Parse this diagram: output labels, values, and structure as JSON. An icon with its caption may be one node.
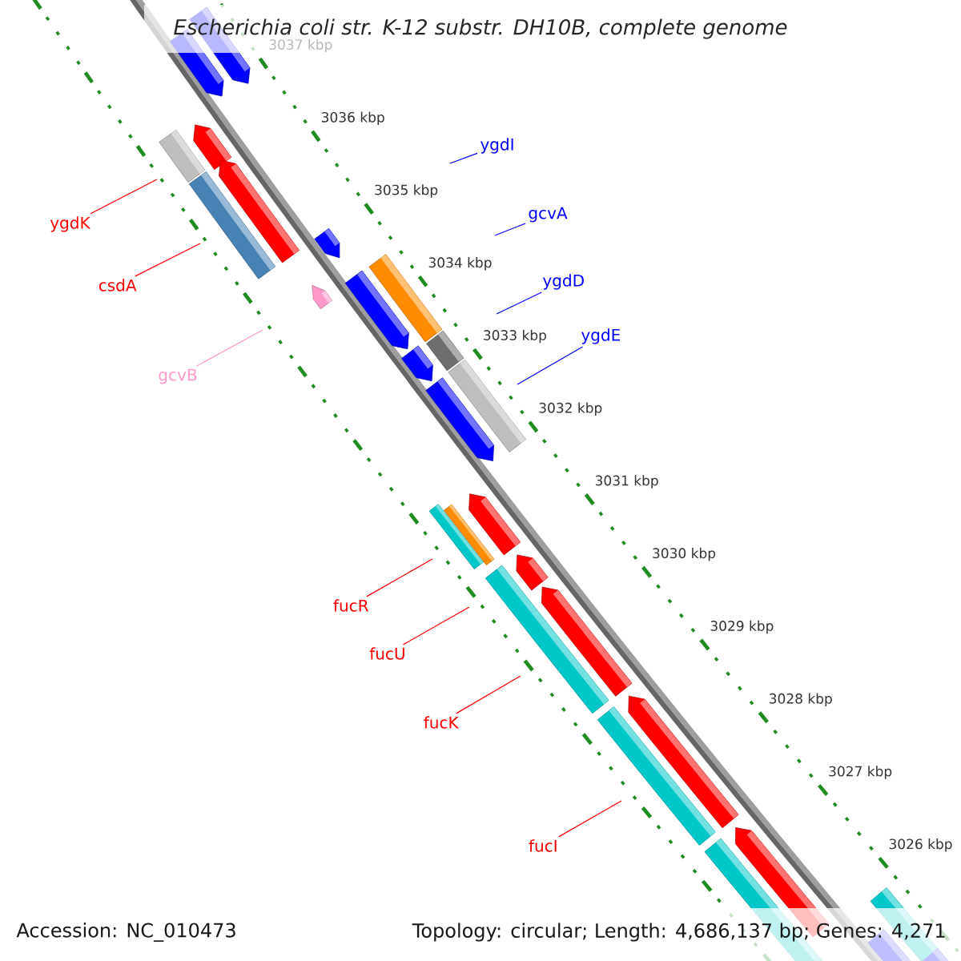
{
  "diagram": {
    "title": "Escherichia coli str. K-12 substr. DH10B, complete genome",
    "nodes": [
      {
        "text": [
          "ygdI"
        ]
      },
      {
        "text": [
          "ygdK"
        ]
      },
      {
        "text": [
          "gcvA"
        ]
      },
      {
        "text": [
          "ygdD"
        ]
      },
      {
        "text": [
          "csdA"
        ]
      },
      {
        "text": [
          "ygdE"
        ]
      },
      {
        "text": [
          "gcvB"
        ]
      },
      {
        "text": [
          "fucR"
        ]
      },
      {
        "text": [
          "fucU"
        ]
      },
      {
        "text": [
          "fucK"
        ]
      },
      {
        "text": [
          "fucI"
        ]
      }
    ],
    "edges": [
      {
        "from": 0,
        "to": null,
        "arrow": "none",
        "color": "#0000ff"
      },
      {
        "from": 1,
        "to": null,
        "arrow": "none"
      },
      {
        "from": 2,
        "to": null,
        "arrow": "none",
        "color": "#0000ff"
      },
      {
        "from": 3,
        "to": null,
        "arrow": "none",
        "color": "#0000ff"
      },
      {
        "from": 4,
        "to": null,
        "arrow": "none"
      },
      {
        "from": 5,
        "to": null,
        "arrow": "none",
        "color": "#0000ff"
      },
      {
        "from": 6,
        "to": null,
        "arrow": "none",
        "color": "#ff99cc"
      },
      {
        "from": 7,
        "to": null,
        "arrow": "none"
      },
      {
        "from": 8,
        "to": null,
        "arrow": "none"
      },
      {
        "from": 9,
        "to": null,
        "arrow": "none"
      },
      {
        "from": 10,
        "to": null,
        "arrow": "none"
      }
    ],
    "labels": [
      "3037 kbp",
      "3036 kbp",
      "3035 kbp",
      "3034 kbp",
      "3033 kbp",
      "3032 kbp",
      "3031 kbp",
      "3030 kbp",
      "3029 kbp",
      "3028 kbp",
      "3027 kbp",
      "3026 kbp",
      "Accession: NC_010473",
      "Topology: circular; Length: 4,686,137 bp; Genes: 4,271"
    ]
  }
}
